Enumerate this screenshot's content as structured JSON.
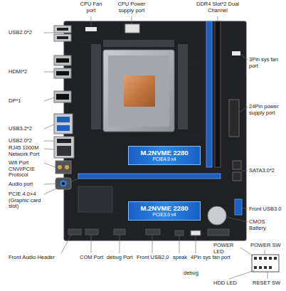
{
  "diagram": {
    "nodes": [
      {
        "text": [
          "M.2NVME 2280",
          "PCIE4.0 x4"
        ]
      },
      {
        "text": [
          "M.2NVME 2280",
          "PCIE3.0 x4"
        ]
      }
    ],
    "edges": [],
    "labels": [
      "CPU Fan port",
      "CPU Power supply port",
      "DDR4 Slot*2 Dual Channel",
      "USB2.0*2",
      "3Pin sys fan port",
      "HDMI*2",
      "DP*1",
      "24Pin power supply port",
      "USB3.2*2",
      "USB2.0*2",
      "RJ45 1000M Network Port",
      "Wifi Port CNVi/PCIE Protocol",
      "SATA3.0*2",
      "Audio port",
      "PCIE 4.0×4 (Graphic card slot)",
      "Front USB3.0",
      "CMOS Battery",
      "POWER LED",
      "POWER SW",
      "Front Audio Header",
      "COM Port",
      "debug Port",
      "Front USB2.0",
      "speak",
      "4Pin sys fan port",
      "debug",
      "HDD LED",
      "RESET SW"
    ]
  }
}
